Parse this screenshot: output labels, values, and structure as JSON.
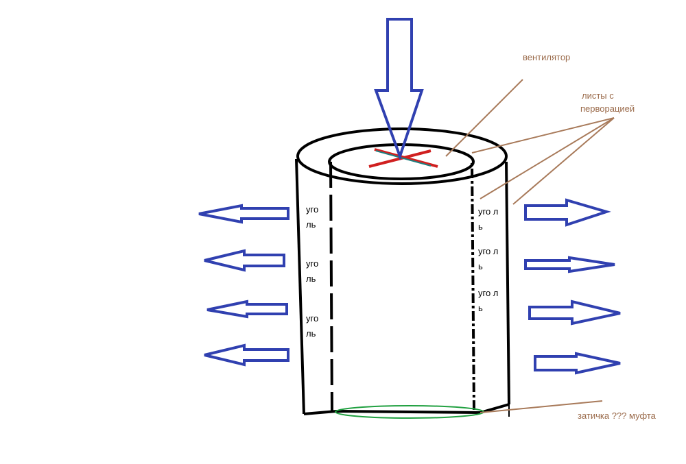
{
  "labels": {
    "fan": "вентилятор",
    "sheets_line1": "листы с",
    "sheets_line2": "перворацией",
    "plug": "затичка ??? муфта"
  },
  "coal_labels": {
    "left_1": [
      "уго",
      "ль"
    ],
    "left_2": [
      "уго",
      "ль"
    ],
    "left_3": [
      "уго",
      "ль"
    ],
    "right_1": [
      "уго л",
      "ь"
    ],
    "right_2": [
      "уго л",
      "ь"
    ],
    "right_3": [
      "уго л",
      "ь"
    ]
  },
  "colors": {
    "arrow": "#3040b0",
    "outline": "#000000",
    "leader": "#a87a5a",
    "fan_red": "#d02020",
    "fan_teal": "#208080",
    "plug_ring": "#20a040"
  }
}
